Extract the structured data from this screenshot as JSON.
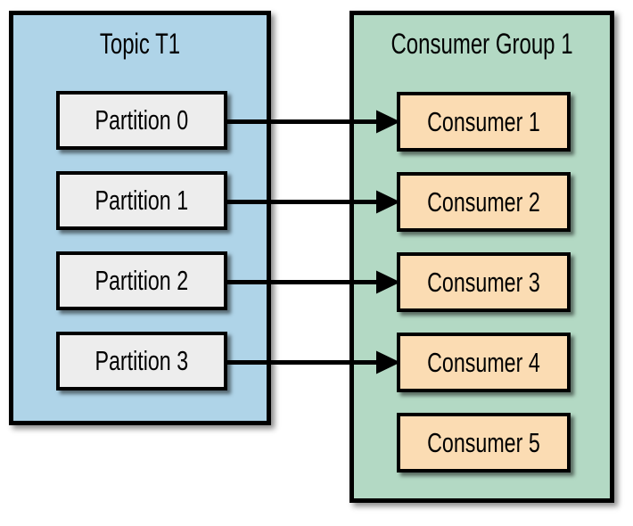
{
  "topic": {
    "title": "Topic T1",
    "partitions": [
      {
        "label": "Partition 0"
      },
      {
        "label": "Partition 1"
      },
      {
        "label": "Partition 2"
      },
      {
        "label": "Partition 3"
      }
    ]
  },
  "consumer_group": {
    "title": "Consumer Group 1",
    "consumers": [
      {
        "label": "Consumer 1"
      },
      {
        "label": "Consumer 2"
      },
      {
        "label": "Consumer 3"
      },
      {
        "label": "Consumer 4"
      },
      {
        "label": "Consumer 5"
      }
    ]
  },
  "connections": [
    {
      "from_partition": 0,
      "to_consumer": 0
    },
    {
      "from_partition": 1,
      "to_consumer": 1
    },
    {
      "from_partition": 2,
      "to_consumer": 2
    },
    {
      "from_partition": 3,
      "to_consumer": 3
    }
  ],
  "colors": {
    "background": "#FFFFFF",
    "topic_fill": "#AFD4E8",
    "consumer_group_fill": "#B3D9C4",
    "partition_fill": "#EDEDED",
    "consumer_fill": "#FBDCB3",
    "border": "#000000",
    "arrow": "#000000"
  }
}
